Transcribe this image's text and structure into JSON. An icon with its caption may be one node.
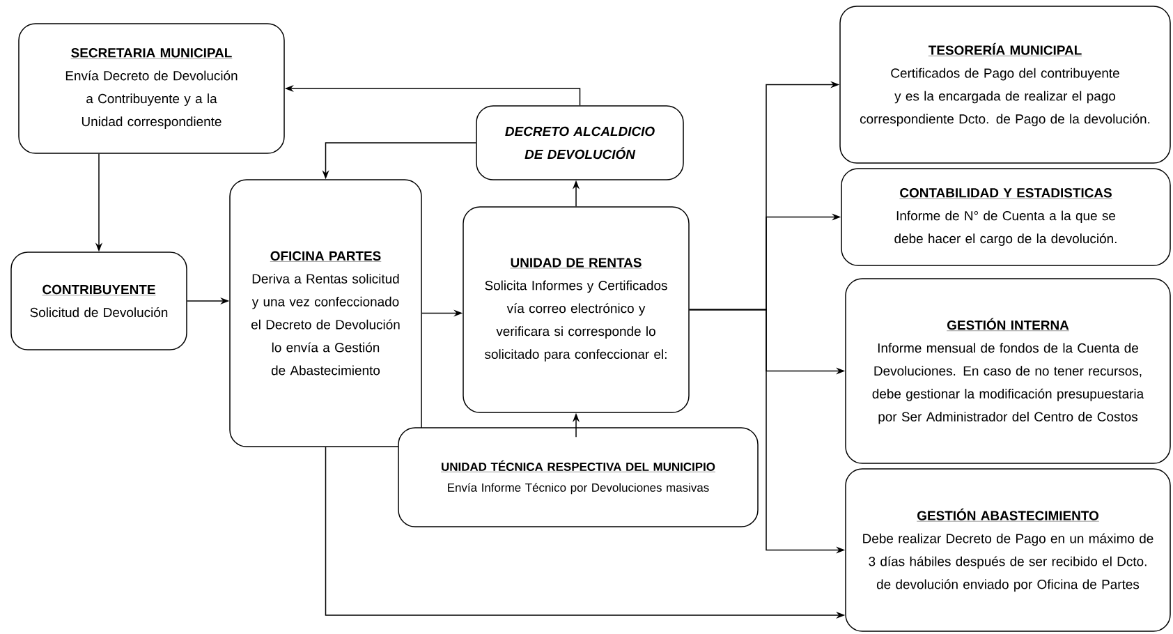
{
  "diagram": {
    "nodes": [
      {
        "text": [
          "SECRETARIA MUNICIPAL",
          "Envía Decreto de Devolución a Contribuyente y a la Unidad correspondiente"
        ]
      },
      {
        "text": [
          "DECRETO ALCALDICIO DE DEVOLUCIÓN"
        ]
      },
      {
        "text": [
          "OFICINA PARTES",
          "Deriva a Rentas solicitud y una vez confeccionado el Decreto de Devolución lo envía a Gestión de Abastecimiento"
        ]
      },
      {
        "text": [
          "CONTRIBUYENTE",
          "Solicitud de Devolución"
        ]
      },
      {
        "text": [
          "UNIDAD DE RENTAS",
          "Solicita Informes y Certificados vía correo electrónico y verificara si corresponde lo solicitado para confeccionar el:"
        ]
      },
      {
        "text": [
          "UNIDAD TÉCNICA RESPECTIVA DEL MUNICIPIO",
          "Envía Informe Técnico por Devoluciones masivas"
        ]
      },
      {
        "text": [
          "TESORERÍA MUNICIPAL",
          "Certificados de Pago del contribuyente y es la encargada de realizar el pago correspondiente Dcto. de Pago de la devolución."
        ]
      },
      {
        "text": [
          "CONTABILIDAD Y ESTADISTICAS",
          "Informe de N° de Cuenta a la que se debe hacer el cargo de la devolución."
        ]
      },
      {
        "text": [
          "GESTIÓN INTERNA",
          "Informe mensual de fondos de la Cuenta de Devoluciones. En caso de no tener recursos, debe gestionar la modificación presupuestaria por Ser Administrador del Centro de Costos"
        ]
      },
      {
        "text": [
          "GESTIÓN ABASTECIMIENTO",
          "Debe realizar Decreto de Pago en un máximo de 3 días hábiles después de ser recibido el Dcto. de devolución enviado por Oficina de Partes"
        ]
      }
    ],
    "edges": [
      {
        "from": 1,
        "to": 0,
        "arrow": "to"
      },
      {
        "from": 1,
        "to": 2,
        "arrow": "to"
      },
      {
        "from": 0,
        "to": 3,
        "arrow": "to"
      },
      {
        "from": 3,
        "to": 2,
        "arrow": "to"
      },
      {
        "from": 2,
        "to": 4,
        "arrow": "to"
      },
      {
        "from": 4,
        "to": 1,
        "arrow": "to"
      },
      {
        "from": 5,
        "to": 4,
        "arrow": "to"
      },
      {
        "from": 4,
        "to": 6,
        "arrow": "to"
      },
      {
        "from": 4,
        "to": 7,
        "arrow": "to"
      },
      {
        "from": 4,
        "to": 8,
        "arrow": "to"
      },
      {
        "from": 4,
        "to": 9,
        "arrow": "to"
      },
      {
        "from": 2,
        "to": 9,
        "arrow": "to"
      }
    ]
  }
}
